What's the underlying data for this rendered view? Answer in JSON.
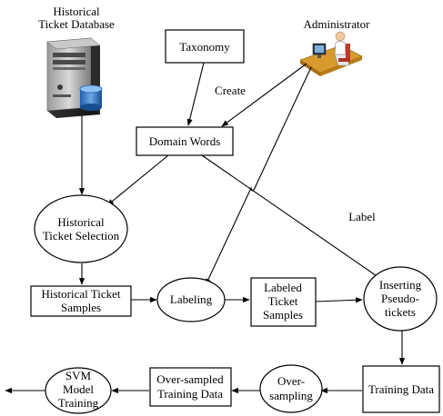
{
  "diagram": {
    "actors": {
      "database": {
        "icon": "server-database-icon",
        "label_lines": [
          "Historical",
          "Ticket Database"
        ]
      },
      "administrator": {
        "icon": "administrator-icon",
        "label": "Administrator"
      }
    },
    "nodes": {
      "taxonomy": {
        "shape": "rect",
        "lines": [
          "Taxonomy"
        ]
      },
      "domain_words": {
        "shape": "rect",
        "lines": [
          "Domain Words"
        ]
      },
      "historical_ticket_selection": {
        "shape": "ellipse",
        "lines": [
          "Historical",
          "Ticket Selection"
        ]
      },
      "historical_ticket_samples": {
        "shape": "rect",
        "lines": [
          "Historical Ticket",
          "Samples"
        ]
      },
      "labeling": {
        "shape": "ellipse",
        "lines": [
          "Labeling"
        ]
      },
      "labeled_ticket_samples": {
        "shape": "rect",
        "lines": [
          "Labeled",
          "Ticket",
          "Samples"
        ]
      },
      "inserting_pseudo_tickets": {
        "shape": "ellipse",
        "lines": [
          "Inserting",
          "Pseudo-",
          "tickets"
        ]
      },
      "training_data": {
        "shape": "rect",
        "lines": [
          "Training Data"
        ]
      },
      "over_sampling": {
        "shape": "ellipse",
        "lines": [
          "Over-",
          "sampling"
        ]
      },
      "over_sampled_training_data": {
        "shape": "rect",
        "lines": [
          "Over-sampled",
          "Training Data"
        ]
      },
      "svm_model_training": {
        "shape": "ellipse",
        "lines": [
          "SVM",
          "Model",
          "Training"
        ]
      }
    },
    "edge_labels": {
      "create": "Create",
      "label": "Label"
    }
  }
}
